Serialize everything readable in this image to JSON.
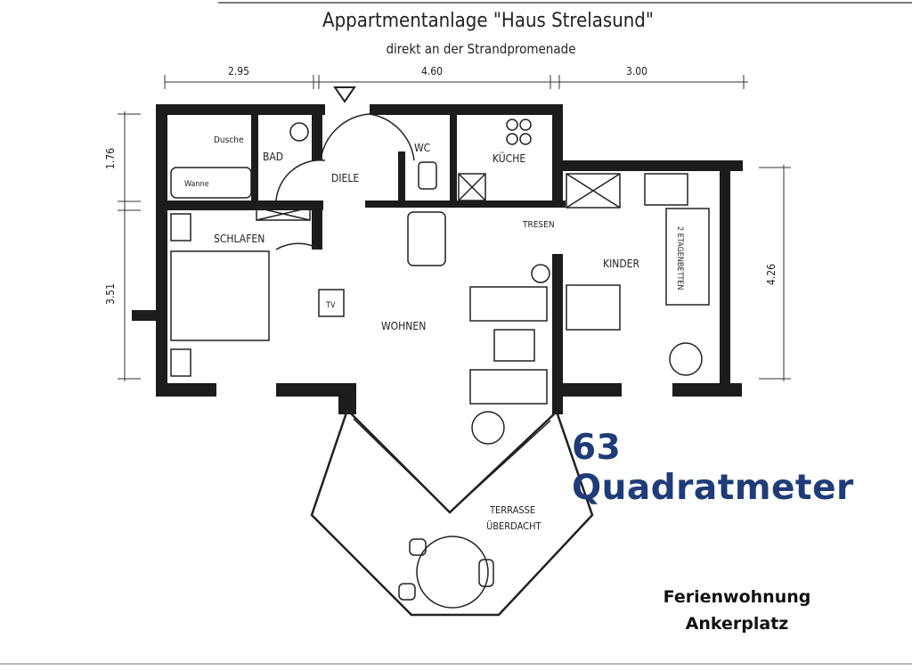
{
  "header": {
    "title": "Appartmentanlage \"Haus Strelasund\"",
    "subtitle": "direkt an der Strandpromenade"
  },
  "dimensions": {
    "top": [
      "2.95",
      "4.60",
      "3.00"
    ],
    "left": [
      "1.76",
      "3.51"
    ],
    "right": "4.26"
  },
  "rooms": {
    "dusche": "Dusche",
    "bad": "BAD",
    "wanne": "Wanne",
    "diele": "DIELE",
    "wc": "WC",
    "kueche": "KÜCHE",
    "tresen": "TRESEN",
    "schlafen": "SCHLAFEN",
    "wohnen": "WOHNEN",
    "kinder": "KINDER",
    "etagenbetten": "2 ETAGENBETTEN",
    "tv": "TV",
    "terrasse": "TERRASSE",
    "ueberdacht": "ÜBERDACHT"
  },
  "overlay": {
    "area": "63 Quadratmeter",
    "name_line1": "Ferienwohnung",
    "name_line2": "Ankerplatz"
  },
  "colors": {
    "wall": "#1c1c1c",
    "accent": "#1f3c78"
  }
}
